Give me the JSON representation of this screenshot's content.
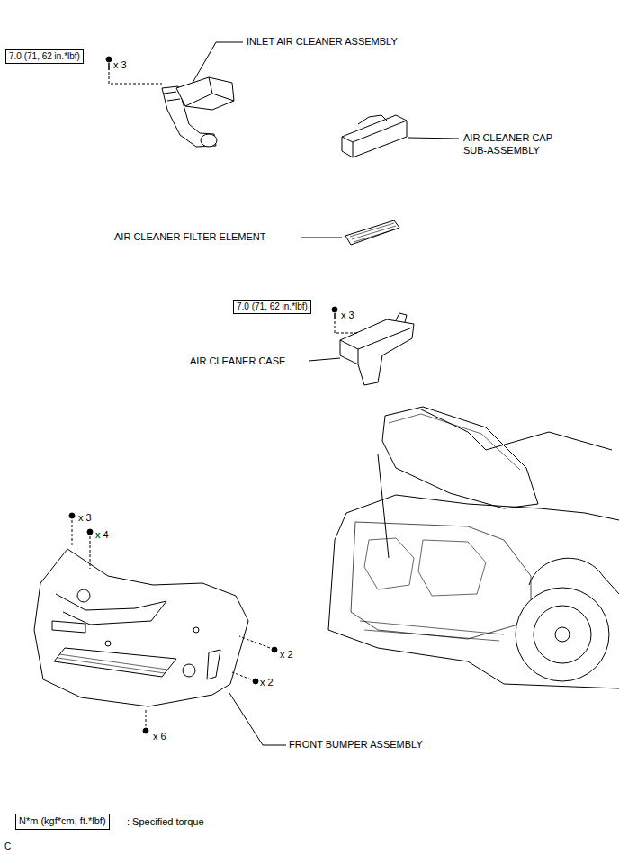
{
  "diagram": {
    "nodes": [
      {
        "text": [
          "7.0 (71, 62 in.*lbf)"
        ]
      },
      {
        "text": [
          "7.0 (71, 62 in.*lbf)"
        ]
      },
      {
        "text": [
          "N*m (kgf*cm, ft.*lbf)"
        ]
      }
    ],
    "labels": [
      "INLET AIR CLEANER ASSEMBLY",
      "x 3",
      "AIR CLEANER CAP SUB-ASSEMBLY",
      "AIR CLEANER FILTER ELEMENT",
      "x 3",
      "AIR CLEANER CASE",
      "x 3",
      "x 4",
      "x 2",
      "x 2",
      "x 6",
      "FRONT BUMPER ASSEMBLY",
      ": Specified torque",
      "C"
    ]
  }
}
